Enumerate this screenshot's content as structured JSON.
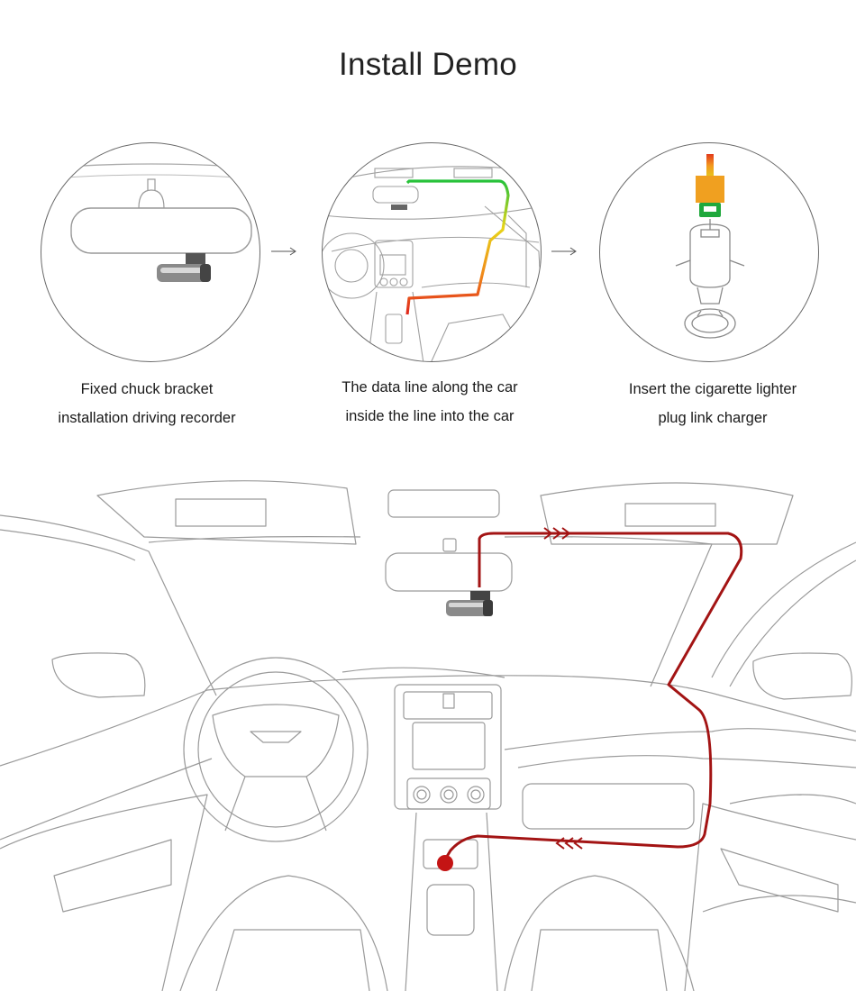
{
  "title": "Install Demo",
  "steps": [
    {
      "line1": "Fixed chuck bracket",
      "line2": "installation driving recorder"
    },
    {
      "line1": "The data line along the car",
      "line2": "inside the line into the car"
    },
    {
      "line1": "Insert the cigarette lighter",
      "line2": "plug link charger"
    }
  ],
  "colors": {
    "cable": "#a31414",
    "outline": "#9a9a9a"
  }
}
